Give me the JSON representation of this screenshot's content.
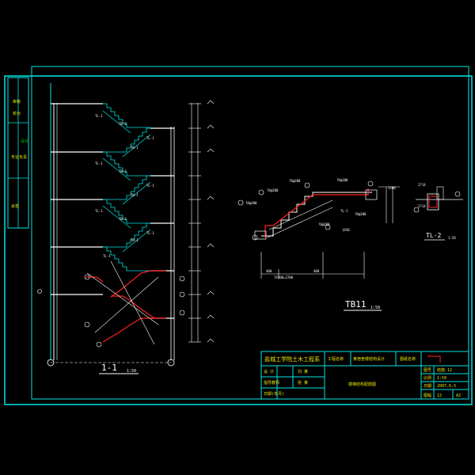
{
  "colors": {
    "frame": "#00e5e5",
    "linework": "#ffffff",
    "stair": "#00e5e5",
    "highlight": "#ff2020",
    "text_yellow": "#e8e800",
    "text_green": "#00d000"
  },
  "section": {
    "title": "1-1",
    "scale": "1:50"
  },
  "stair_plan": {
    "title": "TB11",
    "scale": "1:50",
    "bottom_dim": "7X300=2700",
    "left_dim": "400",
    "right_dim": "400",
    "dim_1450": "1450",
    "dim_1500": "1500"
  },
  "beam_detail": {
    "title": "TL-2",
    "scale": "1:50"
  },
  "title_block": {
    "school": "盐城工学院土木工程系",
    "project_label": "工程名称",
    "project_value": "某宿舍楼结构设计",
    "sheet_label": "图纸名称",
    "sheet_value": "楼梯结构配筋图",
    "row_design": "设  计",
    "row_design_name": "刘  某",
    "row_check": "指导教师",
    "row_check_name": "张  某",
    "row_date": "日期(年月)",
    "sheet_no_label": "图号",
    "sheet_no_value": "结施-12",
    "scale_label": "比例",
    "scale_value": "1:50",
    "date_label": "日期",
    "date_value": "2007.6.5",
    "page_label": "图幅",
    "page_value": "A2",
    "page_no": "12"
  },
  "left_strip": [
    "审核",
    "校对",
    "设计",
    "专业负责",
    "会签"
  ]
}
